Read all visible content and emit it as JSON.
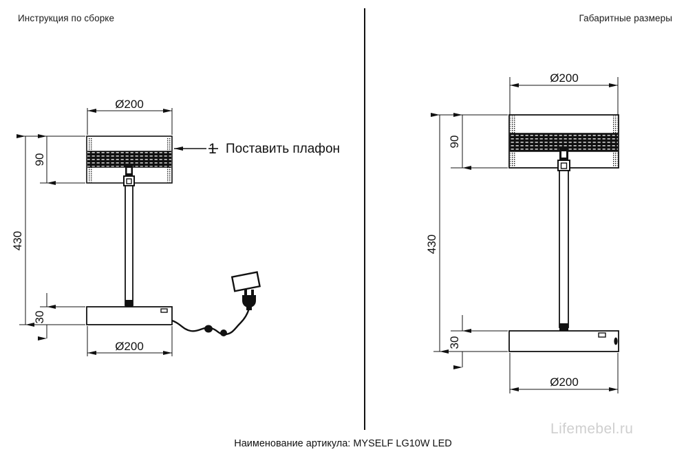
{
  "document": {
    "caption": "Наименование артикула: MYSELF LG10W LED",
    "watermark": "Lifemebel.ru"
  },
  "panels": {
    "left": {
      "header": "Инструкция по сборке",
      "callouts": [
        {
          "number": "1",
          "label": "Поставить плафон"
        }
      ],
      "dimensions": {
        "shade_width": "Ø200",
        "shade_height": "90",
        "total_height": "430",
        "base_height": "30",
        "base_width": "Ø200"
      }
    },
    "right": {
      "header": "Габаритные размеры",
      "dimensions": {
        "shade_width": "Ø200",
        "shade_height": "90",
        "total_height": "430",
        "base_height": "30",
        "base_width": "Ø200"
      }
    }
  },
  "colors": {
    "line": "#111111",
    "background": "#ffffff",
    "watermark": "#cfcfcf"
  }
}
